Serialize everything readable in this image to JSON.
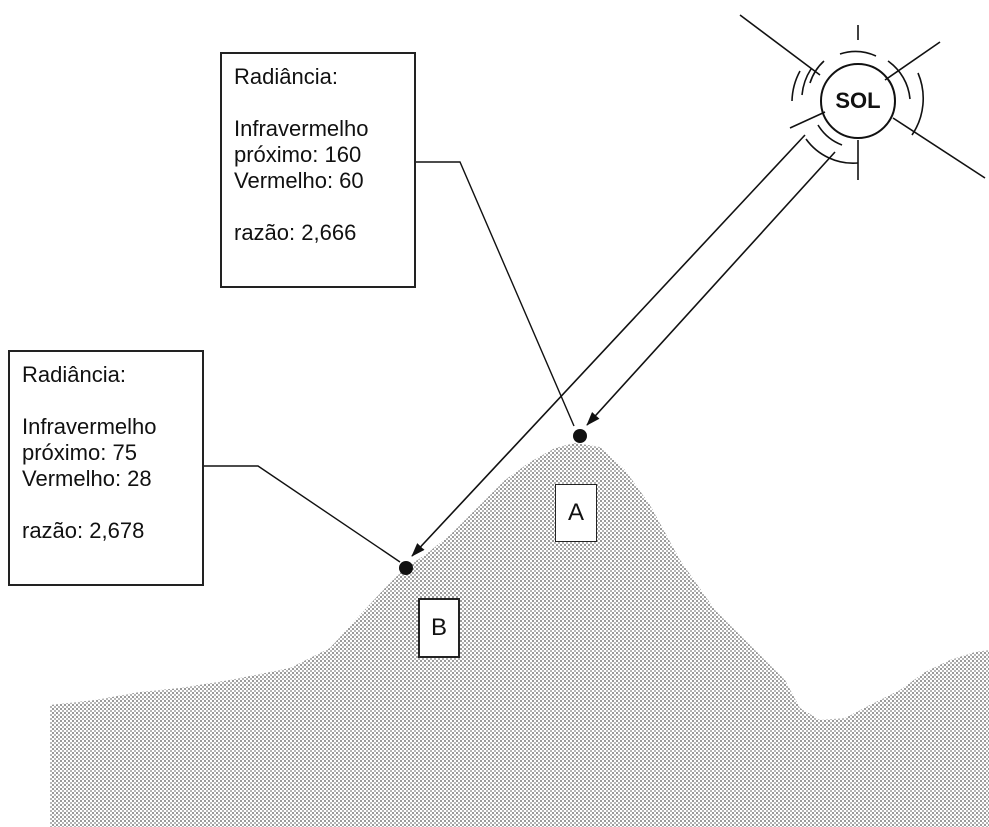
{
  "sun": {
    "label": "SOL"
  },
  "point_a": {
    "tag": "A",
    "title": "Radiância:",
    "nir_line1": "Infravermelho",
    "nir_line2": "próximo: 160",
    "red": "Vermelho: 60",
    "ratio": "razão: 2,666"
  },
  "point_b": {
    "tag": "B",
    "title": "Radiância:",
    "nir_line1": "Infravermelho",
    "nir_line2": "próximo: 75",
    "red": "Vermelho: 28",
    "ratio": "razão: 2,678"
  },
  "colors": {
    "terrain": "#bdbdbd",
    "ink": "#111111"
  }
}
